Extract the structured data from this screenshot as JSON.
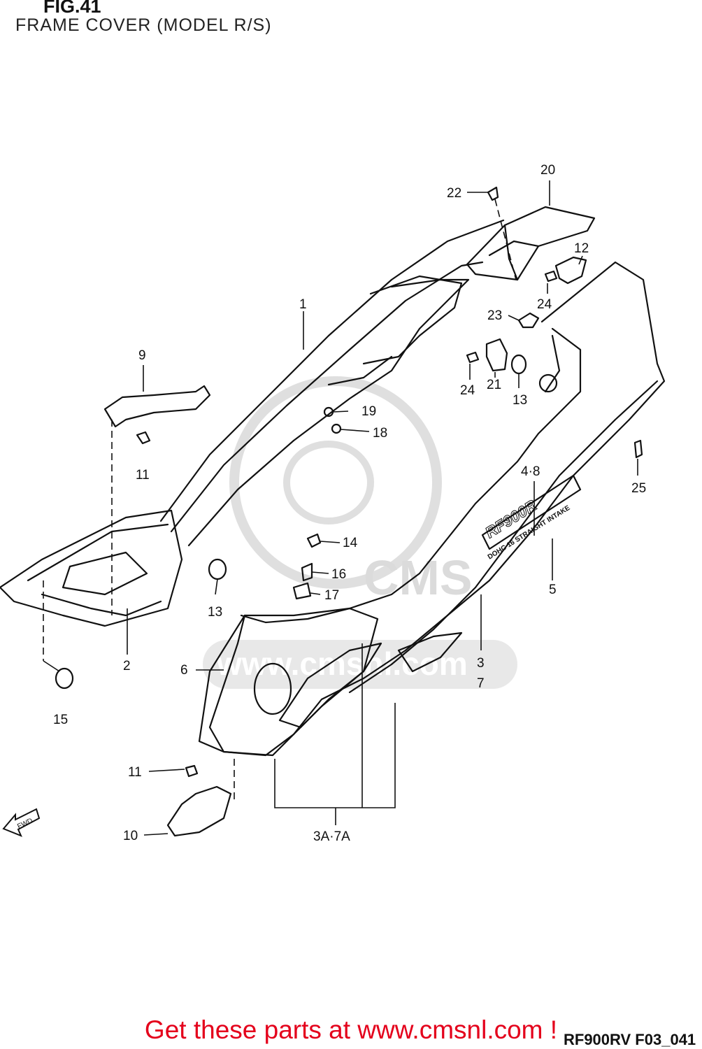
{
  "figure": {
    "title": "FIG.41",
    "subtitle": "FRAME COVER (MODEL R/S)",
    "code": "RF900RV F03_041"
  },
  "footer": {
    "cta": "Get these parts at www.cmsnl.com !"
  },
  "watermark": {
    "text": "www.cmsnl.com",
    "logo_text": "CMS"
  },
  "decal": {
    "text_main": "RF900R",
    "text_sub": "DOHC 16 STRAIGHT INTAKE"
  },
  "arrow": {
    "label": "FWD"
  },
  "callouts": [
    {
      "id": "c1",
      "label": "1"
    },
    {
      "id": "c2",
      "label": "2"
    },
    {
      "id": "c3",
      "label": "3"
    },
    {
      "id": "c7",
      "label": "7"
    },
    {
      "id": "c3a7a",
      "label": "3A·7A"
    },
    {
      "id": "c48",
      "label": "4·8"
    },
    {
      "id": "c5",
      "label": "5"
    },
    {
      "id": "c6",
      "label": "6"
    },
    {
      "id": "c9",
      "label": "9"
    },
    {
      "id": "c10",
      "label": "10"
    },
    {
      "id": "c11a",
      "label": "11"
    },
    {
      "id": "c11b",
      "label": "11"
    },
    {
      "id": "c12",
      "label": "12"
    },
    {
      "id": "c13a",
      "label": "13"
    },
    {
      "id": "c13b",
      "label": "13"
    },
    {
      "id": "c14",
      "label": "14"
    },
    {
      "id": "c15",
      "label": "15"
    },
    {
      "id": "c16",
      "label": "16"
    },
    {
      "id": "c17",
      "label": "17"
    },
    {
      "id": "c18",
      "label": "18"
    },
    {
      "id": "c19",
      "label": "19"
    },
    {
      "id": "c20",
      "label": "20"
    },
    {
      "id": "c21",
      "label": "21"
    },
    {
      "id": "c22",
      "label": "22"
    },
    {
      "id": "c23",
      "label": "23"
    },
    {
      "id": "c24a",
      "label": "24"
    },
    {
      "id": "c24b",
      "label": "24"
    },
    {
      "id": "c25",
      "label": "25"
    }
  ]
}
